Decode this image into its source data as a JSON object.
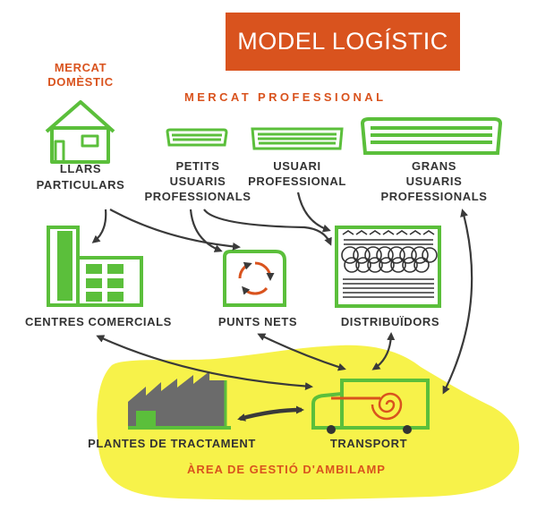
{
  "title": "MODEL LOGÍSTIC",
  "labels": {
    "mercat_domestic": [
      "MERCAT",
      "DOMÈSTIC"
    ],
    "mercat_professional": "MERCAT PROFESSIONAL",
    "llars_particulars": [
      "LLARS",
      "PARTICULARS"
    ],
    "petits_usuaris": [
      "PETITS",
      "USUARIS",
      "PROFESSIONALS"
    ],
    "usuari_professional": [
      "USUARI",
      "PROFESSIONAL"
    ],
    "grans_usuaris": [
      "GRANS",
      "USUARIS",
      "PROFESSIONALS"
    ],
    "centres_comercials": "CENTRES COMERCIALS",
    "punts_nets": "PUNTS NETS",
    "distribuidors": "DISTRIBUÏDORS",
    "plantes_tractament": "PLANTES DE TRACTAMENT",
    "transport": "TRANSPORT",
    "area_gestio": "ÀREA DE GESTIÓ D'AMBILAMP"
  },
  "colors": {
    "accent_orange": "#d9531e",
    "green": "#5bbf3b",
    "yellow_area": "#f7f24a",
    "dark_text": "#333333",
    "arrow": "#3a3a3a",
    "building_grey": "#6b6b6b"
  }
}
